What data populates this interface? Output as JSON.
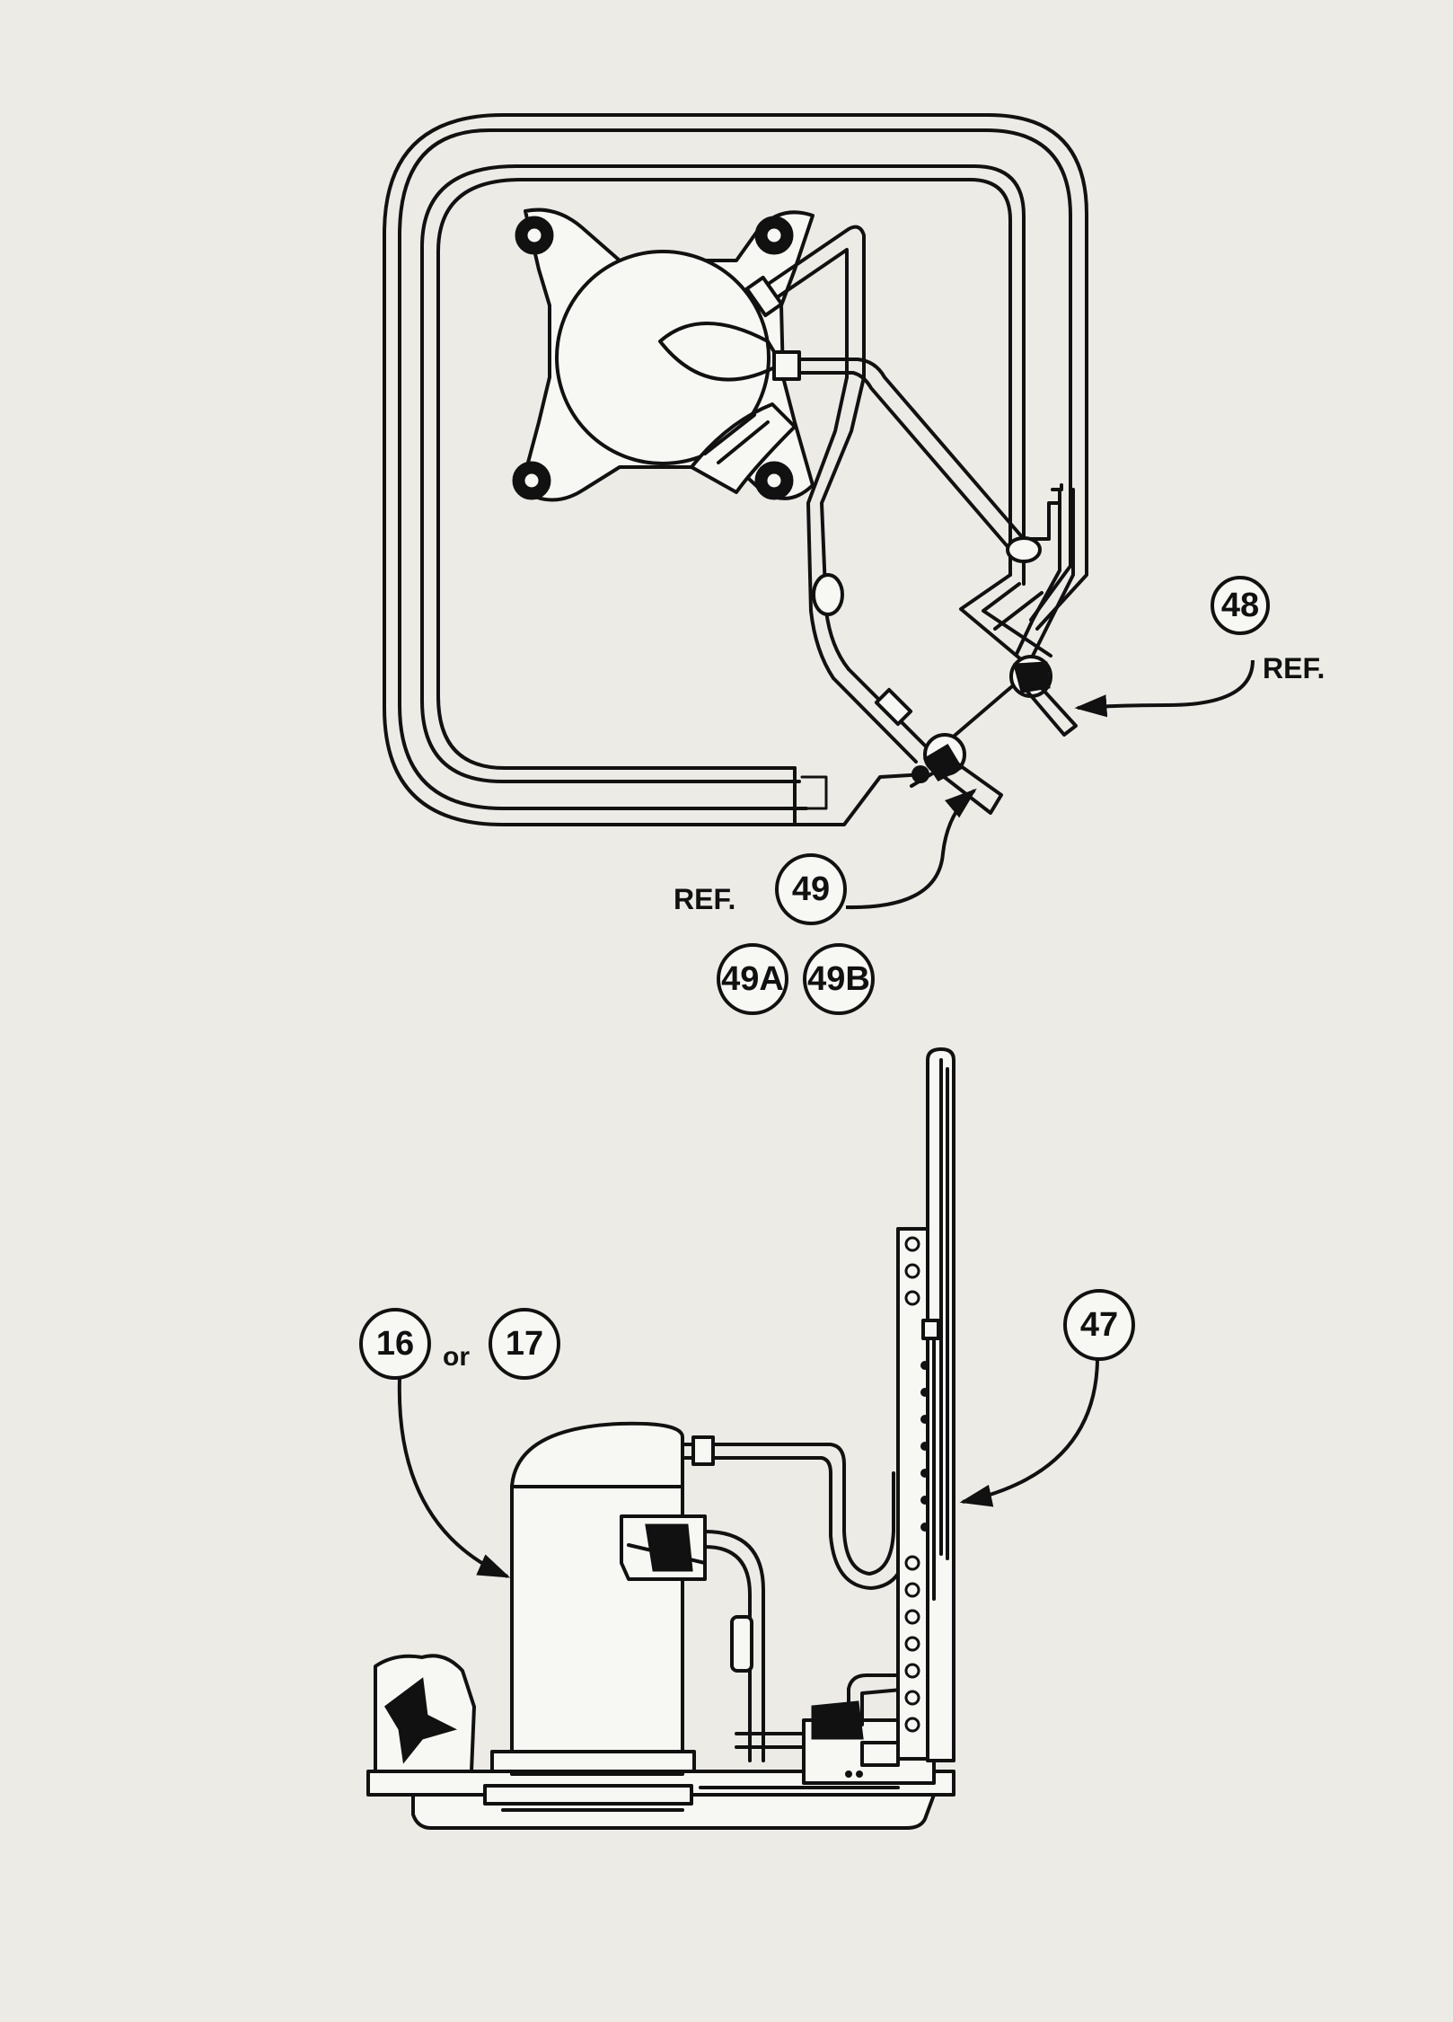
{
  "callouts": {
    "c48": "48",
    "c49": "49",
    "c49a": "49A",
    "c49b": "49B",
    "c16": "16",
    "c17": "17",
    "c47": "47"
  },
  "labels": {
    "ref_48": "REF.",
    "ref_49": "REF.",
    "or": "or"
  }
}
